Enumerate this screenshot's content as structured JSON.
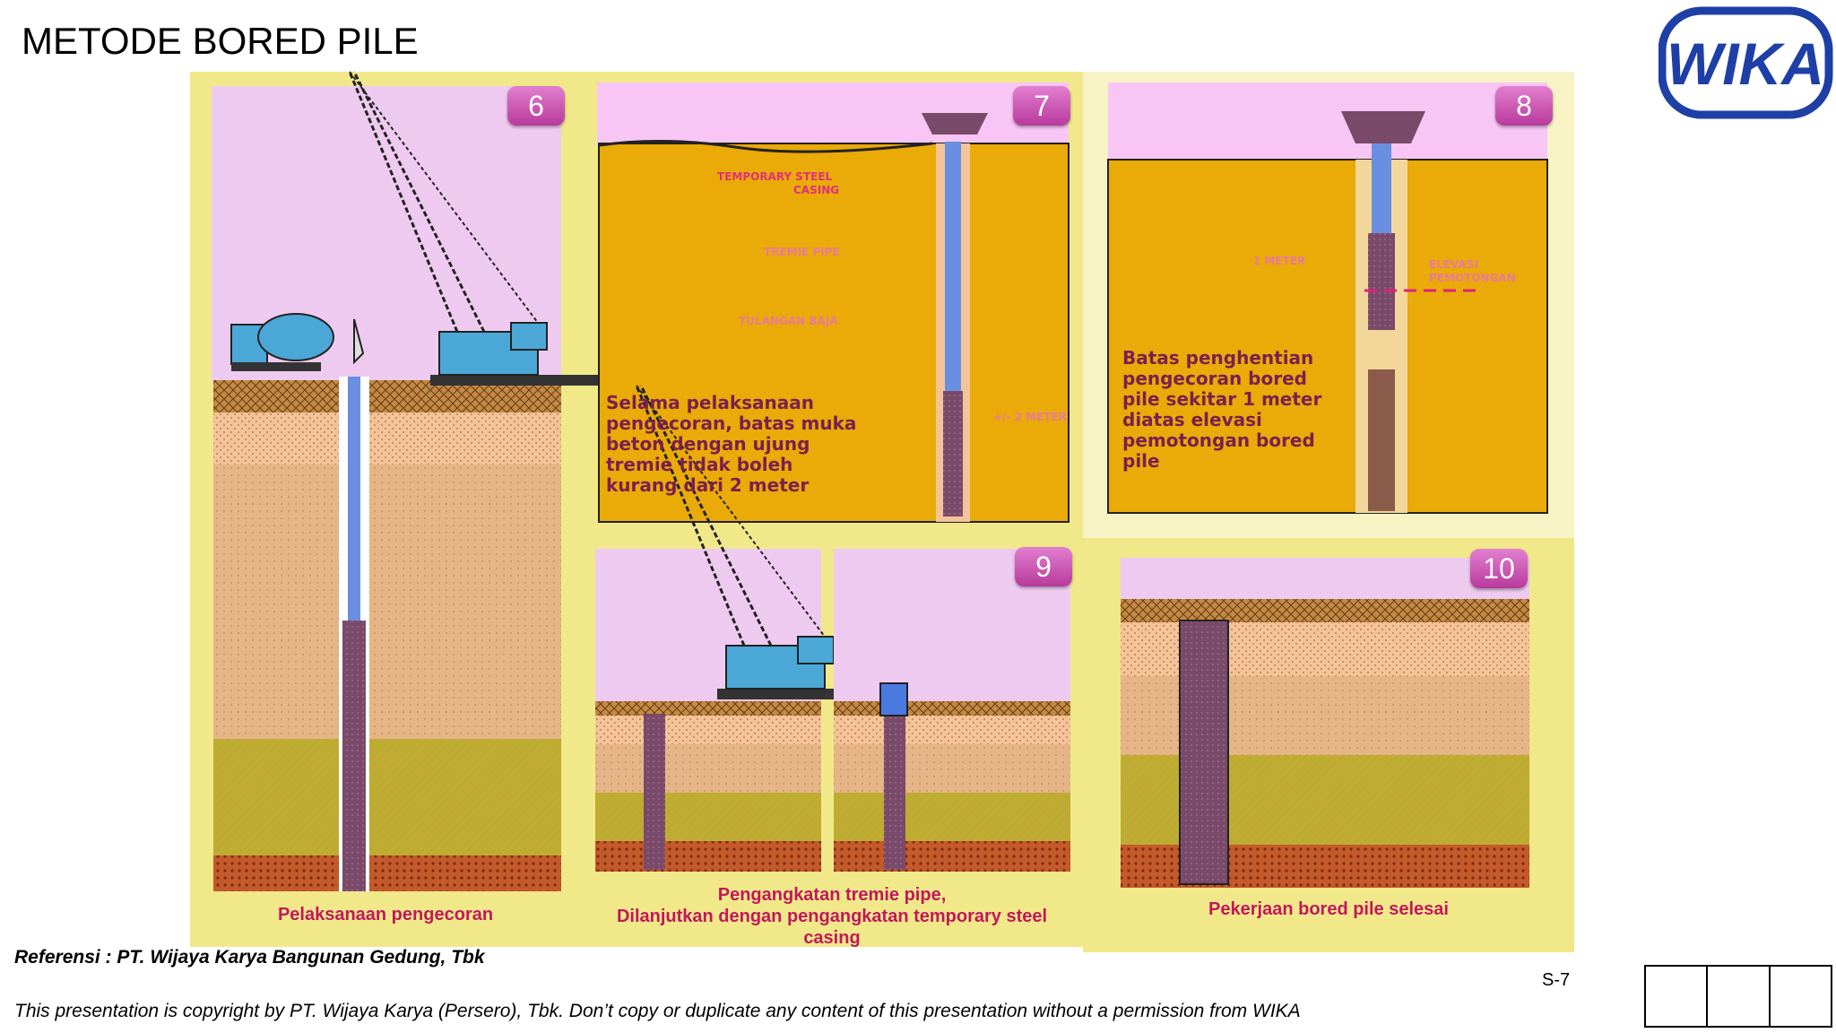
{
  "page": {
    "title": "METODE BORED PILE",
    "logo_text": "WIKA",
    "reference": "Referensi : PT. Wijaya Karya Bangunan Gedung, Tbk",
    "copyright": "This presentation is copyright by PT. Wijaya Karya (Persero), Tbk. Don’t copy or duplicate any content of this presentation without a permission from WIKA",
    "slide_number": "S-7"
  },
  "steps": [
    {
      "number": "6",
      "caption": "Pelaksanaan pengecoran"
    },
    {
      "number": "7",
      "note": "Selama pelaksanaan pengecoran, batas muka beton dengan ujung tremie tidak boleh kurang dari 2 meter",
      "labels": {
        "casing_1": "TEMPORARY STEEL",
        "casing_2": "CASING",
        "tremie": "TREMIE PIPE",
        "tulangan": "TULANGAN BAJA",
        "meter": "+/- 2 METER"
      }
    },
    {
      "number": "8",
      "note": "Batas penghentian pengecoran bored pile sekitar 1 meter diatas elevasi pemotongan bored pile",
      "labels": {
        "one_meter": "1 METER",
        "elevasi_1": "ELEVASI",
        "elevasi_2": "PEMOTONGAN"
      }
    },
    {
      "number": "9",
      "caption_1": "Pengangkatan tremie pipe,",
      "caption_2": "Dilanjutkan dengan pengangkatan temporary steel",
      "caption_3": "casing"
    },
    {
      "number": "10",
      "caption": "Pekerjaan bored pile selesai"
    }
  ],
  "colors": {
    "panel_bg": "#f1e88a",
    "sky": "#f0c8f0",
    "soil_orange": "#eaaa07",
    "sand": "#f3c49a",
    "clay": "#e6b587",
    "green_layer": "#b8b22a",
    "bottom_layer": "#c45a2a",
    "pile": "#7a4a6a",
    "tremie": "#6a8fe0",
    "crane": "#4aa7d6",
    "badge": "#c94bb0",
    "logo": "#1e3fa6"
  }
}
